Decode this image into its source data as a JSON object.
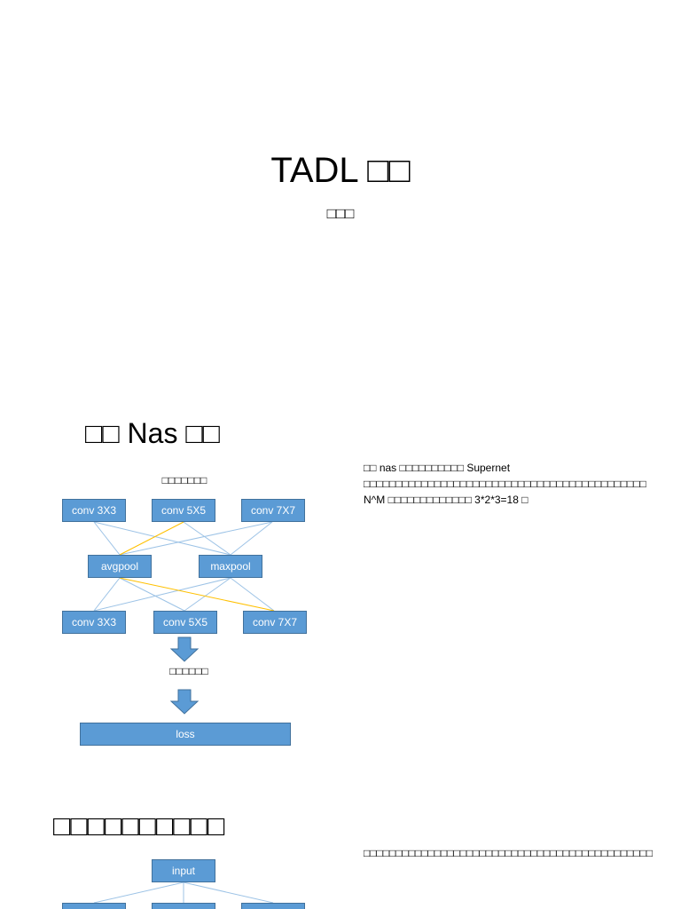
{
  "title_slide": {
    "title": "TADL □□",
    "subtitle": "□□□"
  },
  "slide2": {
    "heading": "□□ Nas  □□",
    "paragraph": "□□ nas □□□□□□□□□□ Supernet □□□□□□□□□□□□□□□□□□□□□□□□□□□□□□□□□□□□□□□□□□□□ N^M □□□□□□□□□□□□□ 3*2*3=18 □",
    "diagram": {
      "caption_top": "□□□□□□□",
      "caption_mid": "□□□□□□",
      "row1": [
        "conv 3X3",
        "conv 5X5",
        "conv 7X7"
      ],
      "row2": [
        "avgpool",
        "maxpool"
      ],
      "row3": [
        "conv 3X3",
        "conv 5X5",
        "conv 7X7"
      ],
      "loss": "loss"
    }
  },
  "slide3": {
    "heading": "□□□□□□□□□□",
    "paragraph": "□□□□□□□□□□□□□□□□□□□□□□□□□□□□□□□□□□□□□□□□□□□□□",
    "diagram": {
      "input": "input"
    }
  },
  "colors": {
    "box_fill": "#5b9bd5",
    "box_border": "#41719c",
    "edge_blue": "#9dc3e6",
    "edge_orange": "#ffc000",
    "arrow": "#5b9bd5"
  }
}
